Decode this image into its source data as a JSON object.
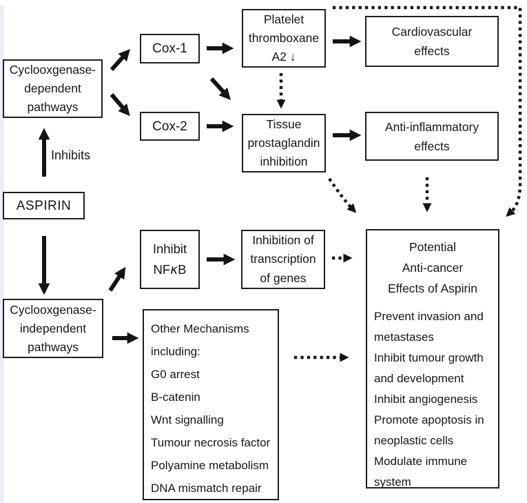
{
  "figure": {
    "nodes": {
      "cox_dependent": {
        "lines": [
          "Cyclooxgenase-",
          "dependent",
          "pathways"
        ]
      },
      "aspirin": {
        "label": "ASPIRIN"
      },
      "cox_independent": {
        "lines": [
          "Cyclooxgenase-",
          "independent",
          "pathways"
        ]
      },
      "cox1": {
        "label": "Cox-1"
      },
      "cox2": {
        "label": "Cox-2"
      },
      "platelet": {
        "lines": [
          "Platelet",
          "thromboxane",
          "A2 ↓"
        ]
      },
      "tissue": {
        "lines": [
          "Tissue",
          "prostaglandin",
          "inhibition"
        ]
      },
      "cardiovascular": {
        "lines": [
          "Cardiovascular",
          "effects"
        ]
      },
      "anti_inflammatory": {
        "lines": [
          "Anti-inflammatory",
          "effects"
        ]
      },
      "nfkb": {
        "line1": "Inhibit",
        "parts": [
          "NF",
          "κ",
          "B"
        ]
      },
      "transcription": {
        "lines": [
          "Inhibition of",
          "transcription",
          "of genes"
        ]
      },
      "other_mechanisms": {
        "lines": [
          "Other Mechanisms",
          "including:",
          "G0 arrest",
          "B-catenin",
          "Wnt signalling",
          "Tumour necrosis factor",
          "Polyamine metabolism",
          "DNA mismatch repair"
        ]
      },
      "anticancer": {
        "title_lines": [
          "Potential",
          "Anti-cancer",
          "Effects of Aspirin"
        ],
        "effects": [
          "Prevent invasion and metastases",
          "Inhibit tumour growth and development",
          "Inhibit angiogenesis",
          "Promote apoptosis in neoplastic cells",
          "Modulate immune system"
        ]
      }
    },
    "edge_labels": {
      "inhibits": "Inhibits"
    },
    "colors": {
      "background": "#ffffff",
      "box_border": "#1e1e1e",
      "text": "#161616",
      "arrow": "#141414",
      "left_strip": "#eceef3"
    }
  }
}
